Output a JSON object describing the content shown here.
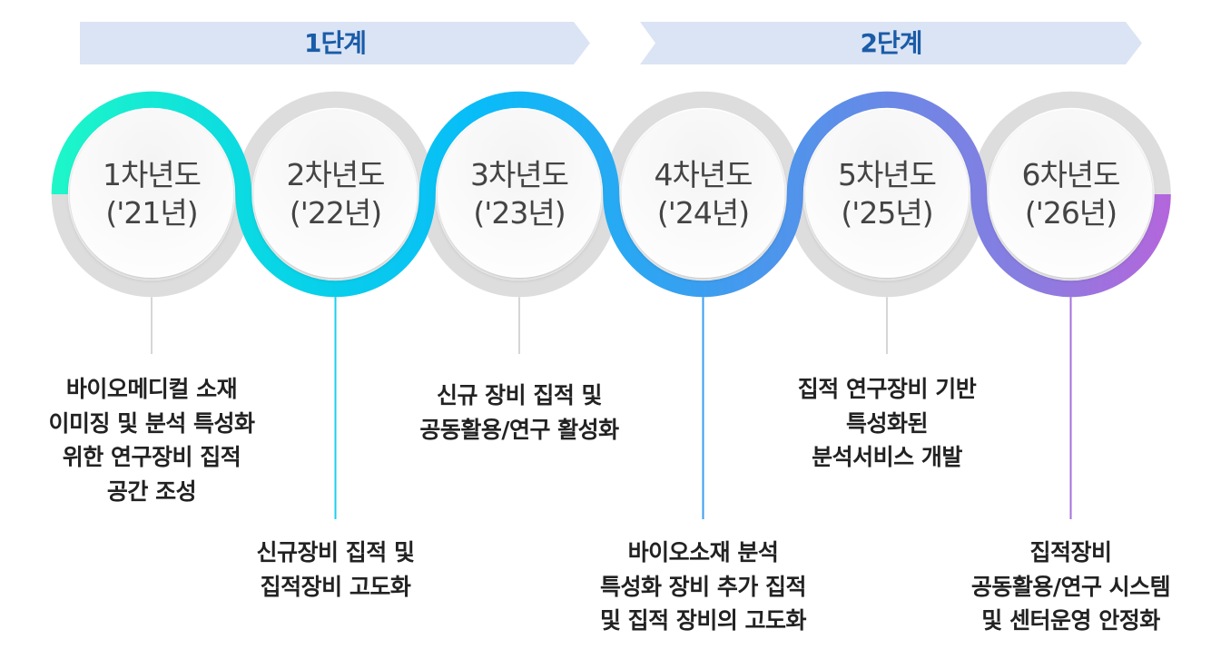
{
  "phases": [
    {
      "label": "1단계"
    },
    {
      "label": "2단계"
    }
  ],
  "years": [
    {
      "title": "1차년도",
      "sub": "('21년)"
    },
    {
      "title": "2차년도",
      "sub": "('22년)"
    },
    {
      "title": "3차년도",
      "sub": "('23년)"
    },
    {
      "title": "4차년도",
      "sub": "('24년)"
    },
    {
      "title": "5차년도",
      "sub": "('25년)"
    },
    {
      "title": "6차년도",
      "sub": "('26년)"
    }
  ],
  "descriptions": [
    [
      "바이오메디컬 소재",
      "이미징 및 분석 특성화",
      "위한 연구장비 집적",
      "공간 조성"
    ],
    [
      "신규장비 집적 및",
      "집적장비 고도화"
    ],
    [
      "신규 장비 집적 및",
      "공동활용/연구 활성화"
    ],
    [
      "바이오소재 분석",
      "특성화 장비 추가 집적",
      "및 집적 장비의 고도화"
    ],
    [
      "집적 연구장비 기반",
      "특성화된",
      "분석서비스 개발"
    ],
    [
      "집적장비",
      "공동활용/연구 시스템",
      "및 센터운영 안정화"
    ]
  ],
  "colors": {
    "banner": "#dbe4f4",
    "phase_text": "#1a5ca8",
    "ring_gray": "#dddddd",
    "gradient": [
      "#1ef7c8",
      "#08d6e6",
      "#08bcf8",
      "#3a9ef0",
      "#6a88e6",
      "#8c7ce0",
      "#b466dc"
    ]
  }
}
